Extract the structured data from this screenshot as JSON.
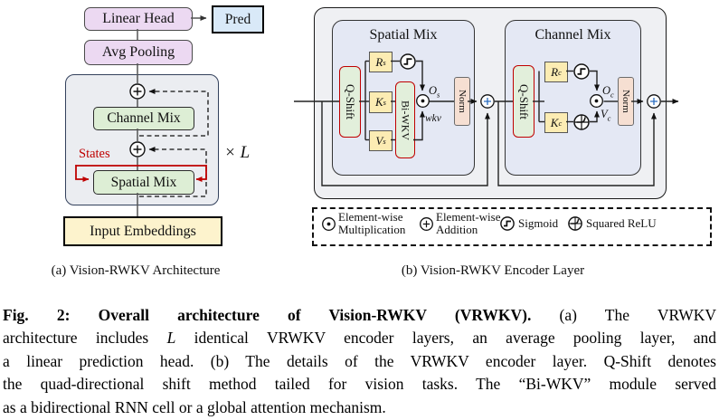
{
  "colors": {
    "accent_red": "#bf0000",
    "box_purple": "#ecd9f2",
    "box_blue": "#d9e9f8",
    "box_green": "#ddeed5",
    "box_yellow_large": "#fdf3cd",
    "box_yellow_small": "#fcecb3",
    "box_peach": "#f6dfd2",
    "panel_gray": "#eff0f3",
    "panel_periwinkle": "#e4e8f4"
  },
  "panel_a": {
    "linear_head": "Linear Head",
    "pred": "Pred",
    "avg_pooling": "Avg Pooling",
    "channel_mix": "Channel Mix",
    "spatial_mix": "Spatial Mix",
    "states": "States",
    "input_embeddings": "Input Embeddings",
    "repeat_label": "× L",
    "subcaption": "(a) Vision-RWKV Architecture"
  },
  "panel_b": {
    "spatial_mix_title": "Spatial Mix",
    "channel_mix_title": "Channel Mix",
    "qshift": "Q-Shift",
    "biwkv": "Bi-WKV",
    "norm": "Norm",
    "r_s": {
      "main": "R",
      "sub": "s"
    },
    "k_s": {
      "main": "K",
      "sub": "s"
    },
    "v_s": {
      "main": "V",
      "sub": "s"
    },
    "r_c": {
      "main": "R",
      "sub": "c"
    },
    "k_c": {
      "main": "K",
      "sub": "c"
    },
    "o_s": {
      "main": "O",
      "sub": "s"
    },
    "o_c": {
      "main": "O",
      "sub": "c"
    },
    "v_c": {
      "main": "V",
      "sub": "c"
    },
    "wkv": "wkv",
    "subcaption": "(b) Vision-RWKV Encoder Layer"
  },
  "legend": {
    "items": [
      {
        "icon": "element-wise-multiplication-icon",
        "line1": "Element-wise",
        "line2": "Multiplication"
      },
      {
        "icon": "element-wise-addition-icon",
        "line1": "Element-wise",
        "line2": "Addition"
      },
      {
        "icon": "sigmoid-icon",
        "line1": "Sigmoid",
        "line2": ""
      },
      {
        "icon": "squared-relu-icon",
        "line1": "Squared ReLU",
        "line2": ""
      }
    ]
  },
  "caption": {
    "line1_bold": "Fig. 2: Overall architecture of Vision-RWKV (VRWKV).",
    "line1_rest": " (a) The VRWKV",
    "line2_pre": "architecture includes ",
    "line2_math": "L",
    "line2_post": " identical VRWKV encoder layers, an average pooling layer, and",
    "line3": "a linear prediction head. (b) The details of the VRWKV encoder layer. Q-Shift denotes",
    "line4": "the quad-directional shift method tailed for vision tasks. The “Bi-WKV” module served",
    "line5": "as a bidirectional RNN cell or a global attention mechanism."
  }
}
